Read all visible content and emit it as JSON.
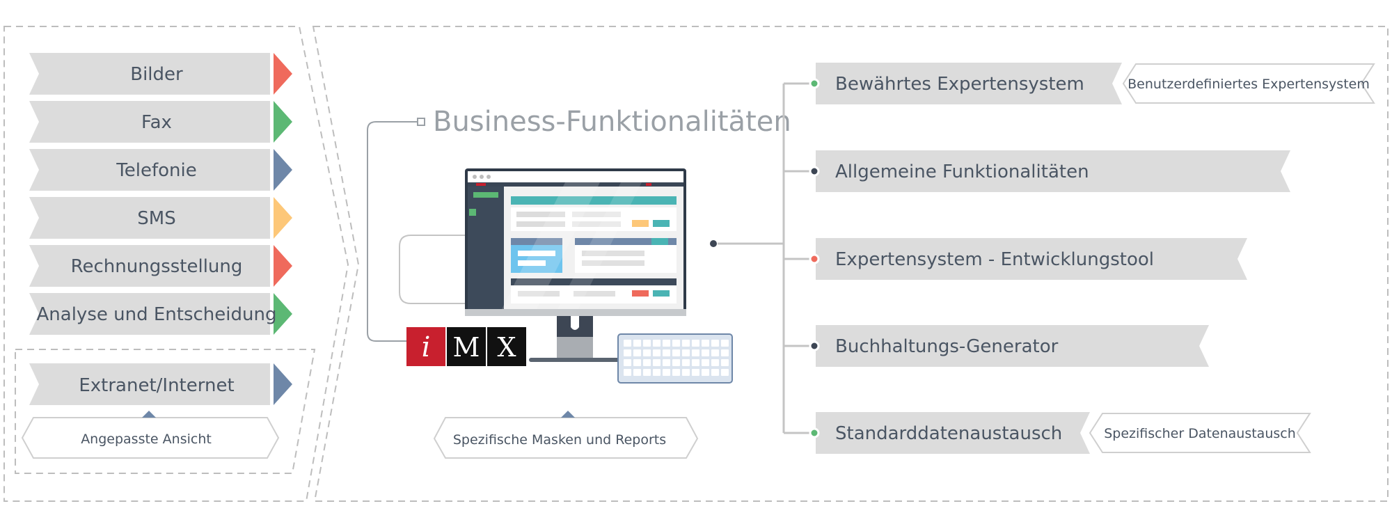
{
  "left_items": [
    {
      "label": "Bilder",
      "accent": "#ef6a5c"
    },
    {
      "label": "Fax",
      "accent": "#5cb874"
    },
    {
      "label": "Telefonie",
      "accent": "#6e87a8"
    },
    {
      "label": "SMS",
      "accent": "#fdc778"
    },
    {
      "label": "Rechnungsstellung",
      "accent": "#ef6a5c"
    },
    {
      "label": "Analyse und Entscheidung",
      "accent": "#5cb874"
    }
  ],
  "extranet": {
    "label": "Extranet/Internet",
    "accent": "#6e87a8",
    "sub_label": "Angepasste Ansicht"
  },
  "center": {
    "title": "Business-Funktionalitäten",
    "logo_letters": [
      "i",
      "M",
      "X"
    ],
    "sub_label": "Spezifische Masken und Reports"
  },
  "right_items": [
    {
      "label": "Bewährtes Expertensystem",
      "dot": "#5cb874",
      "extra": "Benutzerdefiniertes Expertensystem"
    },
    {
      "label": "Allgemeine Funktionalitäten",
      "dot": "#3d4654",
      "extra": ""
    },
    {
      "label": "Expertensystem - Entwicklungstool",
      "dot": "#ef6a5c",
      "extra": ""
    },
    {
      "label": "Buchhaltungs-Generator",
      "dot": "#3d4654",
      "extra": ""
    },
    {
      "label": "Standarddatenaustausch",
      "dot": "#5cb874",
      "extra": "Spezifischer Datenaustausch"
    }
  ],
  "colors": {
    "ribbon": "#dcdcdc",
    "text": "#4a5563",
    "dashed": "#bdbdbd",
    "connector": "#c4c4c4",
    "logo_red": "#c8202e",
    "logo_black": "#111111"
  }
}
